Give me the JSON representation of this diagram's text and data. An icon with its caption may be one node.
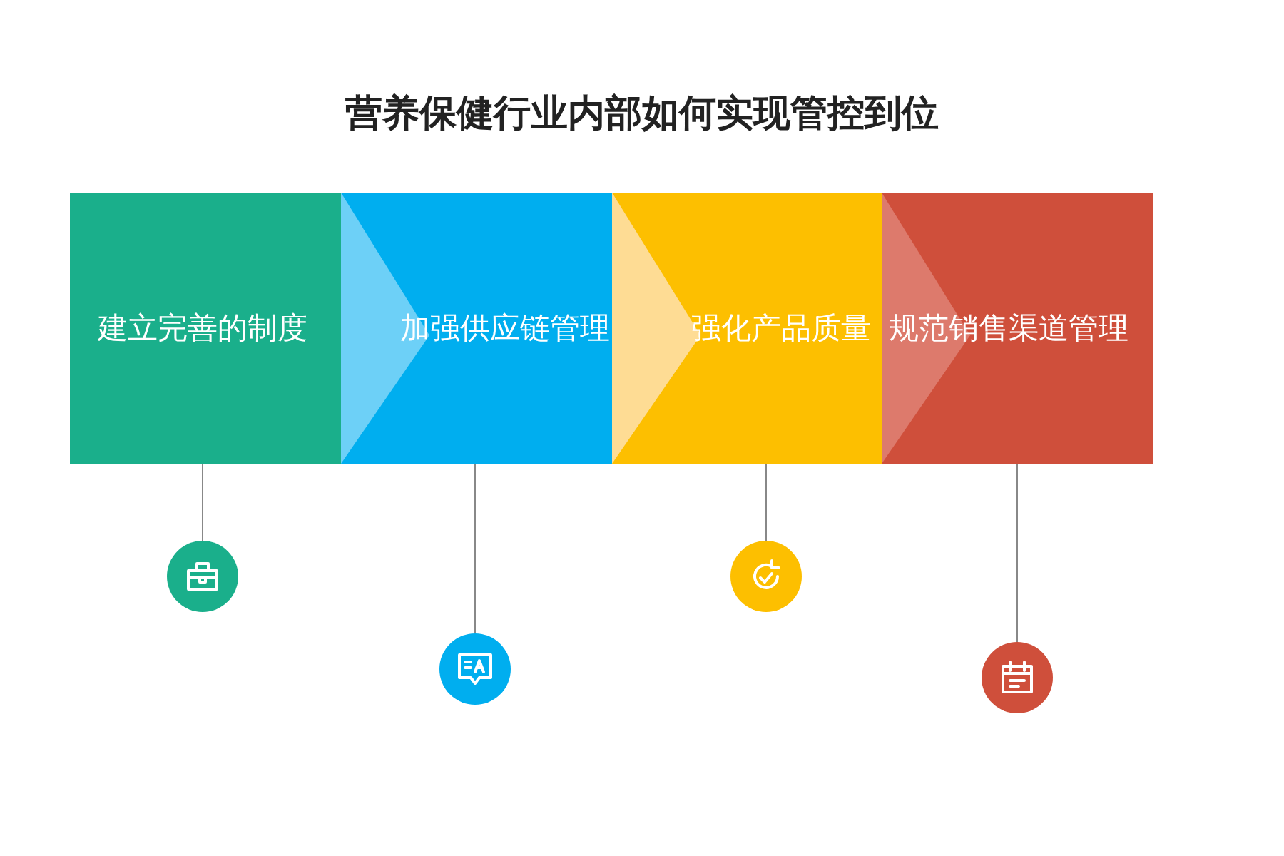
{
  "diagram": {
    "title": "营养保健行业内部如何实现管控到位",
    "nodes": [
      {
        "text": [
          "建立完善的制度"
        ]
      },
      {
        "text": [
          "加强供应链管理"
        ]
      },
      {
        "text": [
          "强化产品质量"
        ]
      },
      {
        "text": [
          "规范销售渠道管理"
        ]
      },
      {
        "text": [],
        "shape": "circle"
      },
      {
        "text": [],
        "shape": "circle"
      },
      {
        "text": [],
        "shape": "circle"
      },
      {
        "text": [],
        "shape": "circle"
      }
    ],
    "edges": [
      {
        "from": 0,
        "to": 1,
        "arrow": "to",
        "color": "#6dd0f7"
      },
      {
        "from": 1,
        "to": 2,
        "arrow": "to",
        "color": "#fedc94"
      },
      {
        "from": 2,
        "to": 3,
        "arrow": "to",
        "color": "#dd7a6c"
      },
      {
        "from": 0,
        "to": 4,
        "arrow": "none"
      },
      {
        "from": 1,
        "to": 5,
        "arrow": "none"
      },
      {
        "from": 2,
        "to": 6,
        "arrow": "none"
      },
      {
        "from": 3,
        "to": 7,
        "arrow": "none"
      }
    ]
  }
}
